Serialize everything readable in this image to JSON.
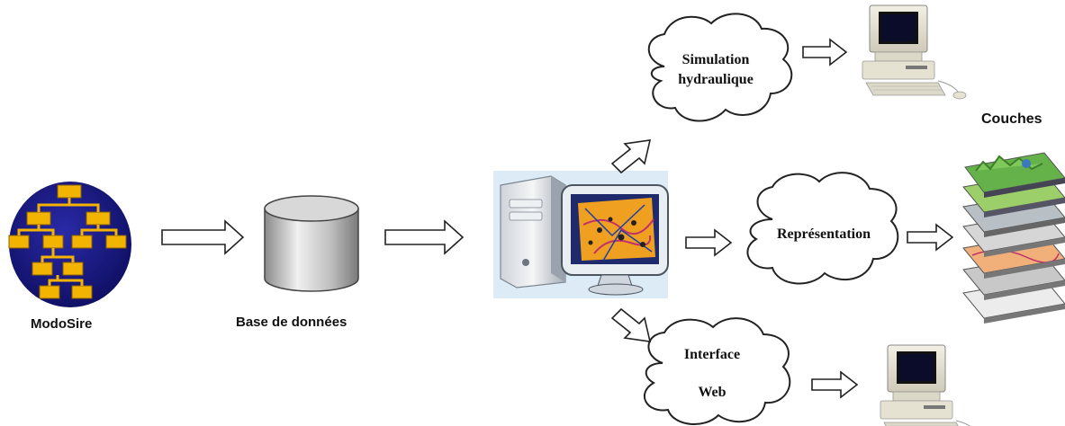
{
  "nodes": {
    "modosire": {
      "label": "ModoSire"
    },
    "database": {
      "label": "Base de données"
    },
    "layers": {
      "label": "Couches"
    },
    "simulation": {
      "line1": "Simulation",
      "line2": "hydraulique"
    },
    "representation": {
      "label": "Représentation"
    },
    "web": {
      "line1": "Interface",
      "line2": "Web"
    }
  },
  "colors": {
    "logo_background": "#1a1a8c",
    "logo_boxes": "#f2b400",
    "database_fill": "#c8c8c8",
    "gis_panel": "#dcebf5",
    "map_orange": "#f0a020",
    "monitor_screen": "#111111"
  }
}
